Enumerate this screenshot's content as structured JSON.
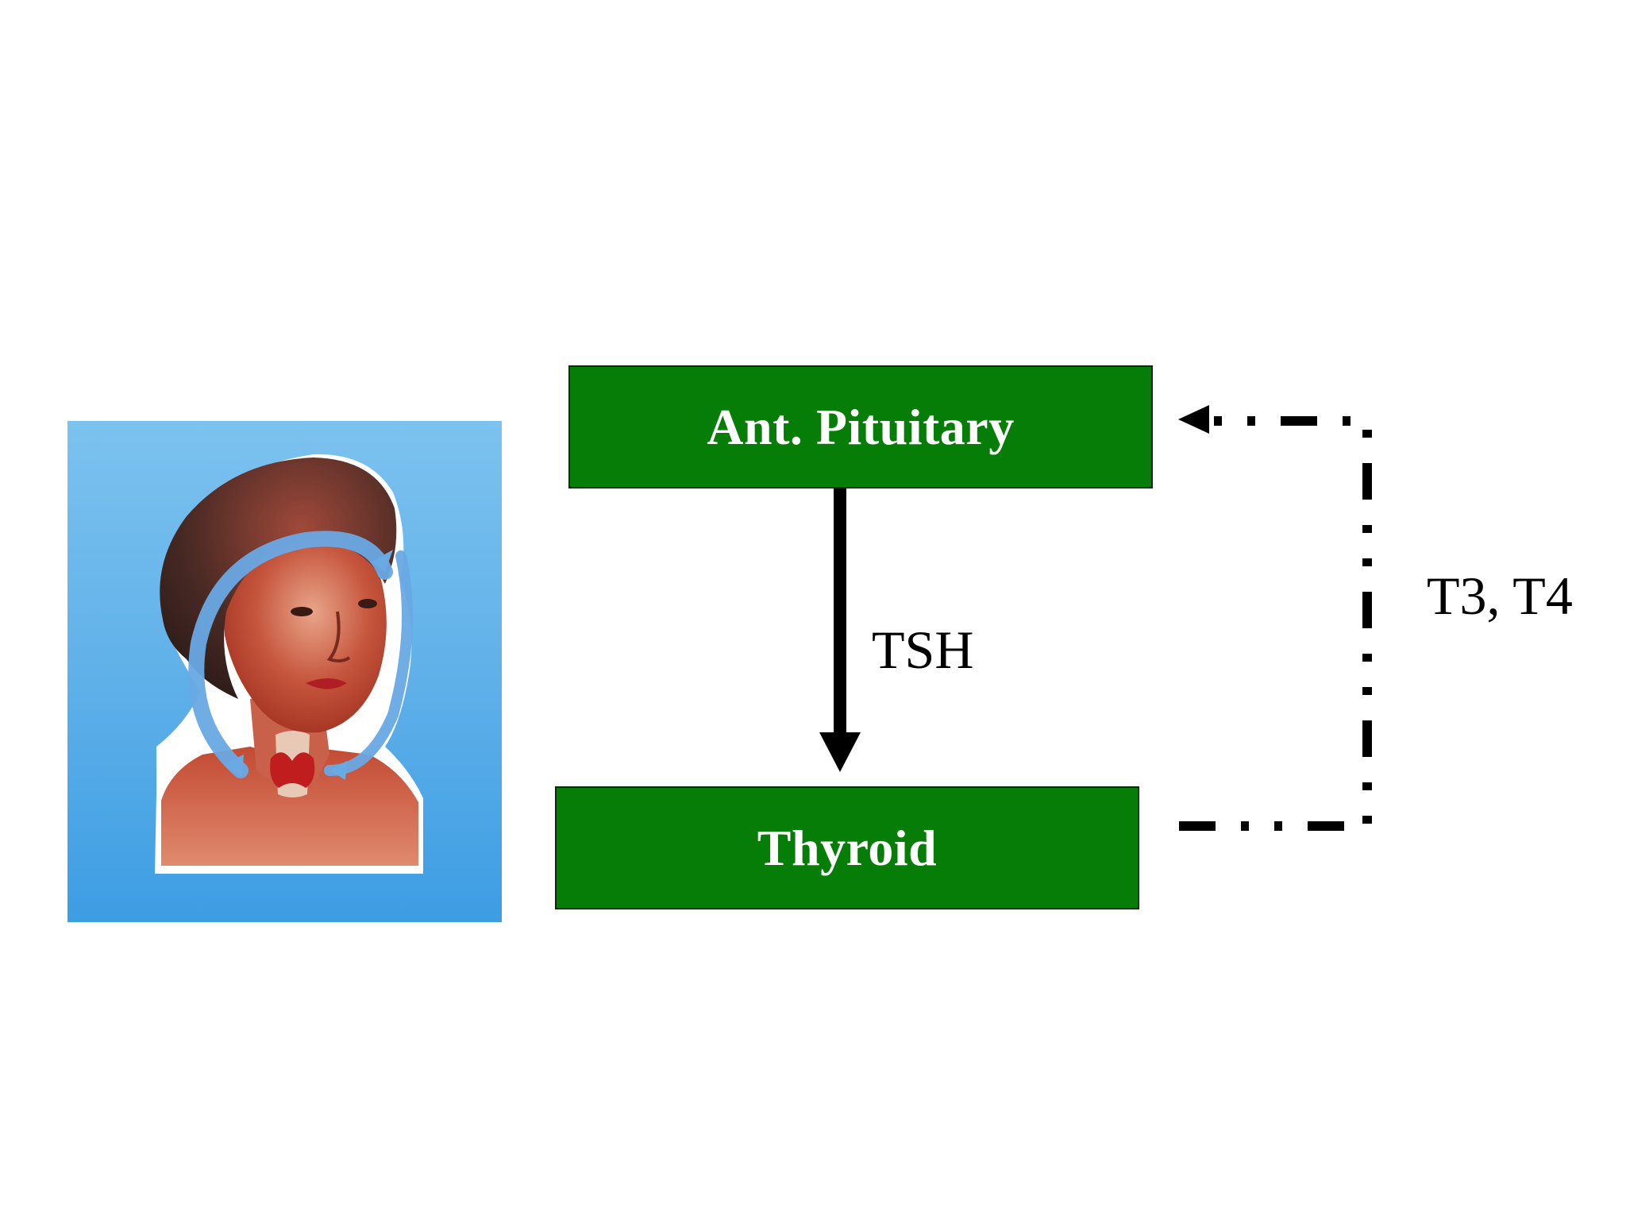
{
  "diagram": {
    "nodes": {
      "pituitary": "Ant. Pituitary",
      "thyroid": "Thyroid"
    },
    "edges": {
      "stimulation_label": "TSH",
      "feedback_label": "T3, T4"
    }
  },
  "colors": {
    "box_fill": "#057d06",
    "box_text": "#ffffff",
    "illustration_background": "#5aaee8",
    "line": "#000000"
  },
  "icons": {
    "illustration": "head-and-neck-thyroid-illustration"
  }
}
